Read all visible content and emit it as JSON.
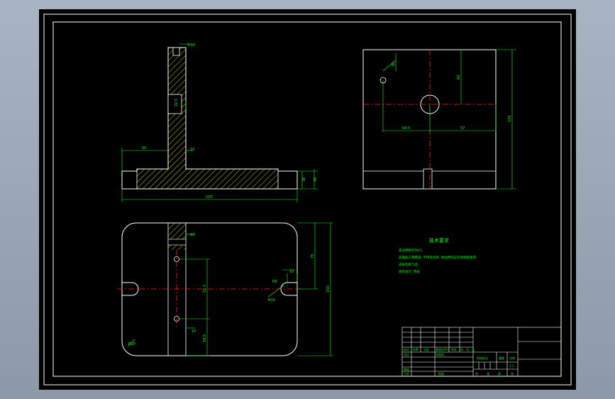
{
  "colors": {
    "background": "#000000",
    "outline": "#ffffff",
    "dimension": "#00ff00",
    "centerline": "#ff2020",
    "hatch": "#ffff00",
    "note_text": "#00ff00",
    "title_block": "#ffffff"
  },
  "front_view": {
    "dims": {
      "top_slot": "5.00",
      "stem_width": "22.5",
      "left_offset": "50",
      "stem_right": "10",
      "height_a": "30",
      "height_b": "40",
      "overall_width": "225"
    }
  },
  "side_view": {
    "dims": {
      "hole_top": "30",
      "hole_side": "60",
      "left": "64.5",
      "right": "57",
      "height": "155"
    }
  },
  "top_view": {
    "dims": {
      "slot_w": "10",
      "hole_spacing_a": "52.5",
      "hole_spacing_b": "58.5",
      "small": "10",
      "slot_angle": "R9",
      "slot_depth": "R10",
      "height_half": "75",
      "height_full": "150",
      "corner_radius": "R20",
      "right_gap": "10"
    }
  },
  "notes": {
    "title": "技术要求",
    "lines": [
      "未注倒角均为C1.",
      "表面加工粗糙度, 不得有毛刺, 锐边倒钝应符合图纸要求.",
      "去除毛刺飞边.",
      "去除油污, 锈迹."
    ]
  },
  "title_block": {
    "cells": [
      "标记",
      "处数",
      "分区",
      "更改文件号",
      "签名",
      "年、月、日",
      "设计",
      "标准化",
      "阶段标记",
      "重量",
      "比例",
      "审核",
      "工艺",
      "批准",
      "共",
      "张",
      "第",
      "张",
      "1:1"
    ]
  }
}
